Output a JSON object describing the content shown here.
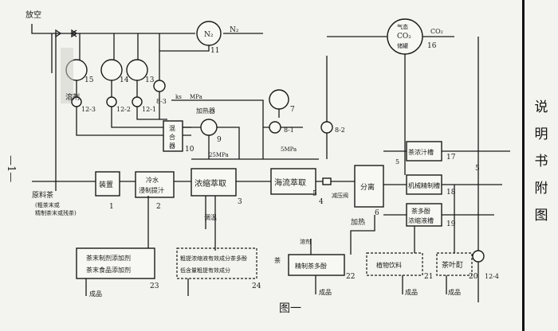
{
  "title_vertical": [
    "说",
    "明",
    "书",
    "附",
    "图"
  ],
  "page_mark": "—1—",
  "figure_caption": "图一",
  "boxes": {
    "b1": "装置",
    "n1": "1",
    "b2a": "冷水",
    "b2b": "浸制提汁",
    "n2": "2",
    "b3": "浓缩萃取",
    "n3": "3",
    "b4": "海流萃取",
    "n4": "4",
    "b6": "分离",
    "n6": "6",
    "b10a": "混",
    "b10b": "合",
    "b10c": "器",
    "n10": "10",
    "b17": "茶浓汁槽",
    "n17": "17",
    "b18": "机械精制槽",
    "n18": "18",
    "b19a": "茶多酚",
    "b19b": "浓缩液槽",
    "n19": "19",
    "b20": "茶叶酊",
    "n20": "20",
    "b21": "植物饮料",
    "n21": "21",
    "b22": "精制茶多酚",
    "n22": "22",
    "b23a": "茶末制剂添加剂",
    "b23b": "茶末食品添加剂",
    "n23": "23",
    "b24a": "粗提浓缩液有效成分茶多酚",
    "b24b": "低含量粗提有效成分",
    "n24": "24"
  },
  "labels": {
    "valve": "放空",
    "n2": "N₂",
    "n2_gas": "N₂",
    "n11": "11",
    "co2a": "气态",
    "co2b": "CO₂",
    "co2c": "储罐",
    "co2_gas": "CO₂",
    "n16": "16",
    "n15": "15",
    "n14": "14",
    "n13": "13",
    "solvent": "溶剂",
    "solvent2": "溶剂",
    "n12_3": "12-3",
    "n12_2": "12-2",
    "n12_1": "12-1",
    "n12_4": "12-4",
    "n8_3": "8-3",
    "n8_1": "8-1",
    "n8_2": "8-2",
    "n7": "7",
    "n9": "9",
    "heater": "加热器",
    "ks": "ks",
    "mpa1": "MPa",
    "mpa2": "5MPa",
    "mpa3": "25MPa",
    "n5": "5",
    "raw_a": "原料茶",
    "raw_b": "(粗茶末或",
    "raw_c": "精制茶末或残茶)",
    "steam": "加热",
    "reg": "调温",
    "reduce": "减压阀",
    "product1": "成品",
    "product2": "成品",
    "product3": "成品",
    "product4": "成品",
    "m_label": "茶"
  }
}
